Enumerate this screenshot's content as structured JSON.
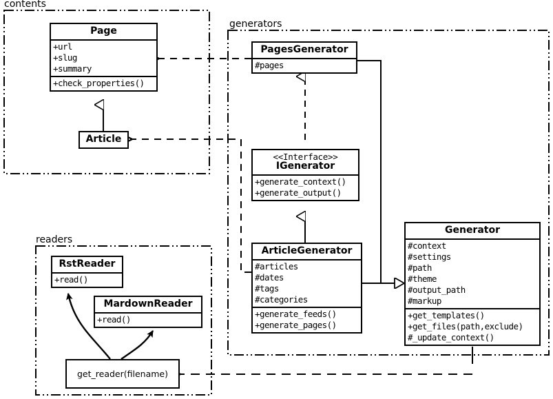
{
  "diagram": {
    "title": "UML class diagram",
    "kind": "uml-class-diagram",
    "background": "#ffffff",
    "line_color": "#000000"
  },
  "packages": [
    {
      "id": "contents",
      "label": "contents"
    },
    {
      "id": "generators",
      "label": "generators"
    },
    {
      "id": "readers",
      "label": "readers"
    }
  ],
  "classes": {
    "page": {
      "name": "Page",
      "attributes": [
        "+url",
        "+slug",
        "+summary"
      ],
      "operations": [
        "+check_properties()"
      ]
    },
    "article": {
      "name": "Article",
      "attributes": [],
      "operations": []
    },
    "pages_generator": {
      "name": "PagesGenerator",
      "attributes": [
        "#pages"
      ],
      "operations": []
    },
    "igenerator": {
      "stereotype": "<<Interface>>",
      "name": "IGenerator",
      "attributes": [],
      "operations": [
        "+generate_context()",
        "+generate_output()"
      ]
    },
    "article_generator": {
      "name": "ArticleGenerator",
      "attributes": [
        "#articles",
        "#dates",
        "#tags",
        "#categories"
      ],
      "operations": [
        "+generate_feeds()",
        "+generate_pages()"
      ]
    },
    "generator": {
      "name": "Generator",
      "attributes": [
        "#context",
        "#settings",
        "#path",
        "#theme",
        "#output_path",
        "#markup"
      ],
      "operations": [
        "+get_templates()",
        "+get_files(path,exclude)",
        "#_update_context()"
      ]
    },
    "rst_reader": {
      "name": "RstReader",
      "attributes": [],
      "operations": [
        "+read()"
      ]
    },
    "mardown_reader": {
      "name": "MardownReader",
      "attributes": [],
      "operations": [
        "+read()"
      ]
    },
    "get_reader": {
      "name": "get_reader(filename)"
    }
  },
  "relationships": [
    {
      "id": "article-inherits-page",
      "type": "generalization",
      "from": "Article",
      "to": "Page"
    },
    {
      "id": "pagesgenerator-realizes-igenerator",
      "type": "realization",
      "from": "PagesGenerator",
      "to": "IGenerator"
    },
    {
      "id": "articlegenerator-inherits-igenerator",
      "type": "generalization",
      "from": "ArticleGenerator",
      "to": "IGenerator"
    },
    {
      "id": "pagesgenerator-inherits-generator",
      "type": "generalization",
      "from": "PagesGenerator",
      "to": "Generator"
    },
    {
      "id": "articlegenerator-inherits-generator",
      "type": "generalization",
      "from": "ArticleGenerator",
      "to": "Generator"
    },
    {
      "id": "pagesgenerator-depends-page",
      "type": "dependency",
      "from": "PagesGenerator",
      "to": "Page"
    },
    {
      "id": "articlegenerator-depends-article",
      "type": "dependency",
      "from": "ArticleGenerator",
      "to": "Article"
    },
    {
      "id": "generator-depends-get_reader",
      "type": "dependency",
      "from": "Generator",
      "to": "get_reader(filename)"
    },
    {
      "id": "get_reader-creates-rstreader",
      "type": "creates",
      "from": "get_reader(filename)",
      "to": "RstReader"
    },
    {
      "id": "get_reader-creates-mardownreader",
      "type": "creates",
      "from": "get_reader(filename)",
      "to": "MardownReader"
    }
  ]
}
